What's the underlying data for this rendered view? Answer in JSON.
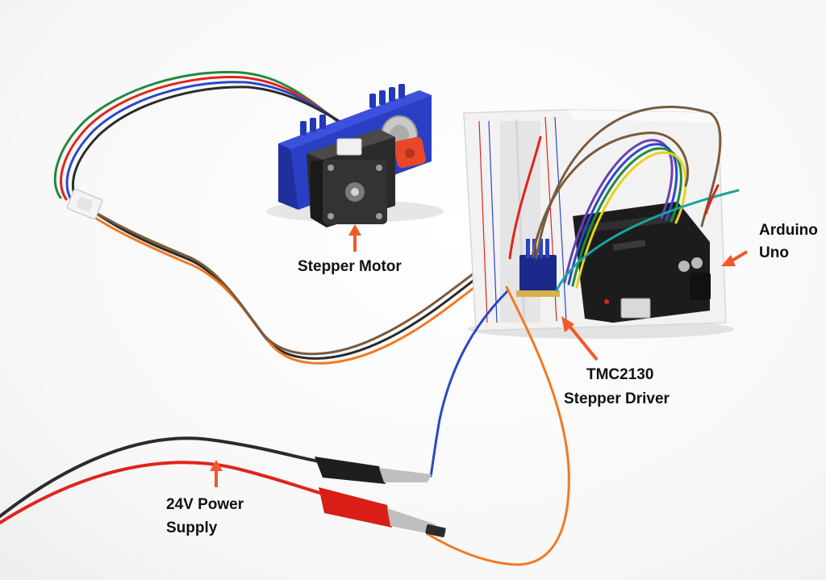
{
  "labels": {
    "stepper_motor": "Stepper Motor",
    "arduino_line1": "Arduino",
    "arduino_line2": "Uno",
    "driver_line1": "TMC2130",
    "driver_line2": "Stepper Driver",
    "power_line1": "24V Power",
    "power_line2": "Supply"
  },
  "colors": {
    "arrow": "#f05a28",
    "motor_mount": "#2b3fc4",
    "motor_body": "#2a2a2a",
    "breadboard": "#f2f2f2",
    "arduino_board": "#1c1c1c",
    "driver_board": "#1b2a8a",
    "wire_red": "#e0241c",
    "wire_black": "#2b2b2b",
    "wire_orange": "#f07a22",
    "wire_brown": "#7a5a3c",
    "wire_blue": "#2a48c8",
    "wire_teal": "#1aa3a0",
    "wire_green": "#1f8a3c",
    "wire_yellow": "#e6d21c",
    "wire_purple": "#6a3fb5"
  },
  "icons": [
    "arrow-up-icon",
    "arrow-left-icon",
    "arrow-upleft-icon"
  ]
}
